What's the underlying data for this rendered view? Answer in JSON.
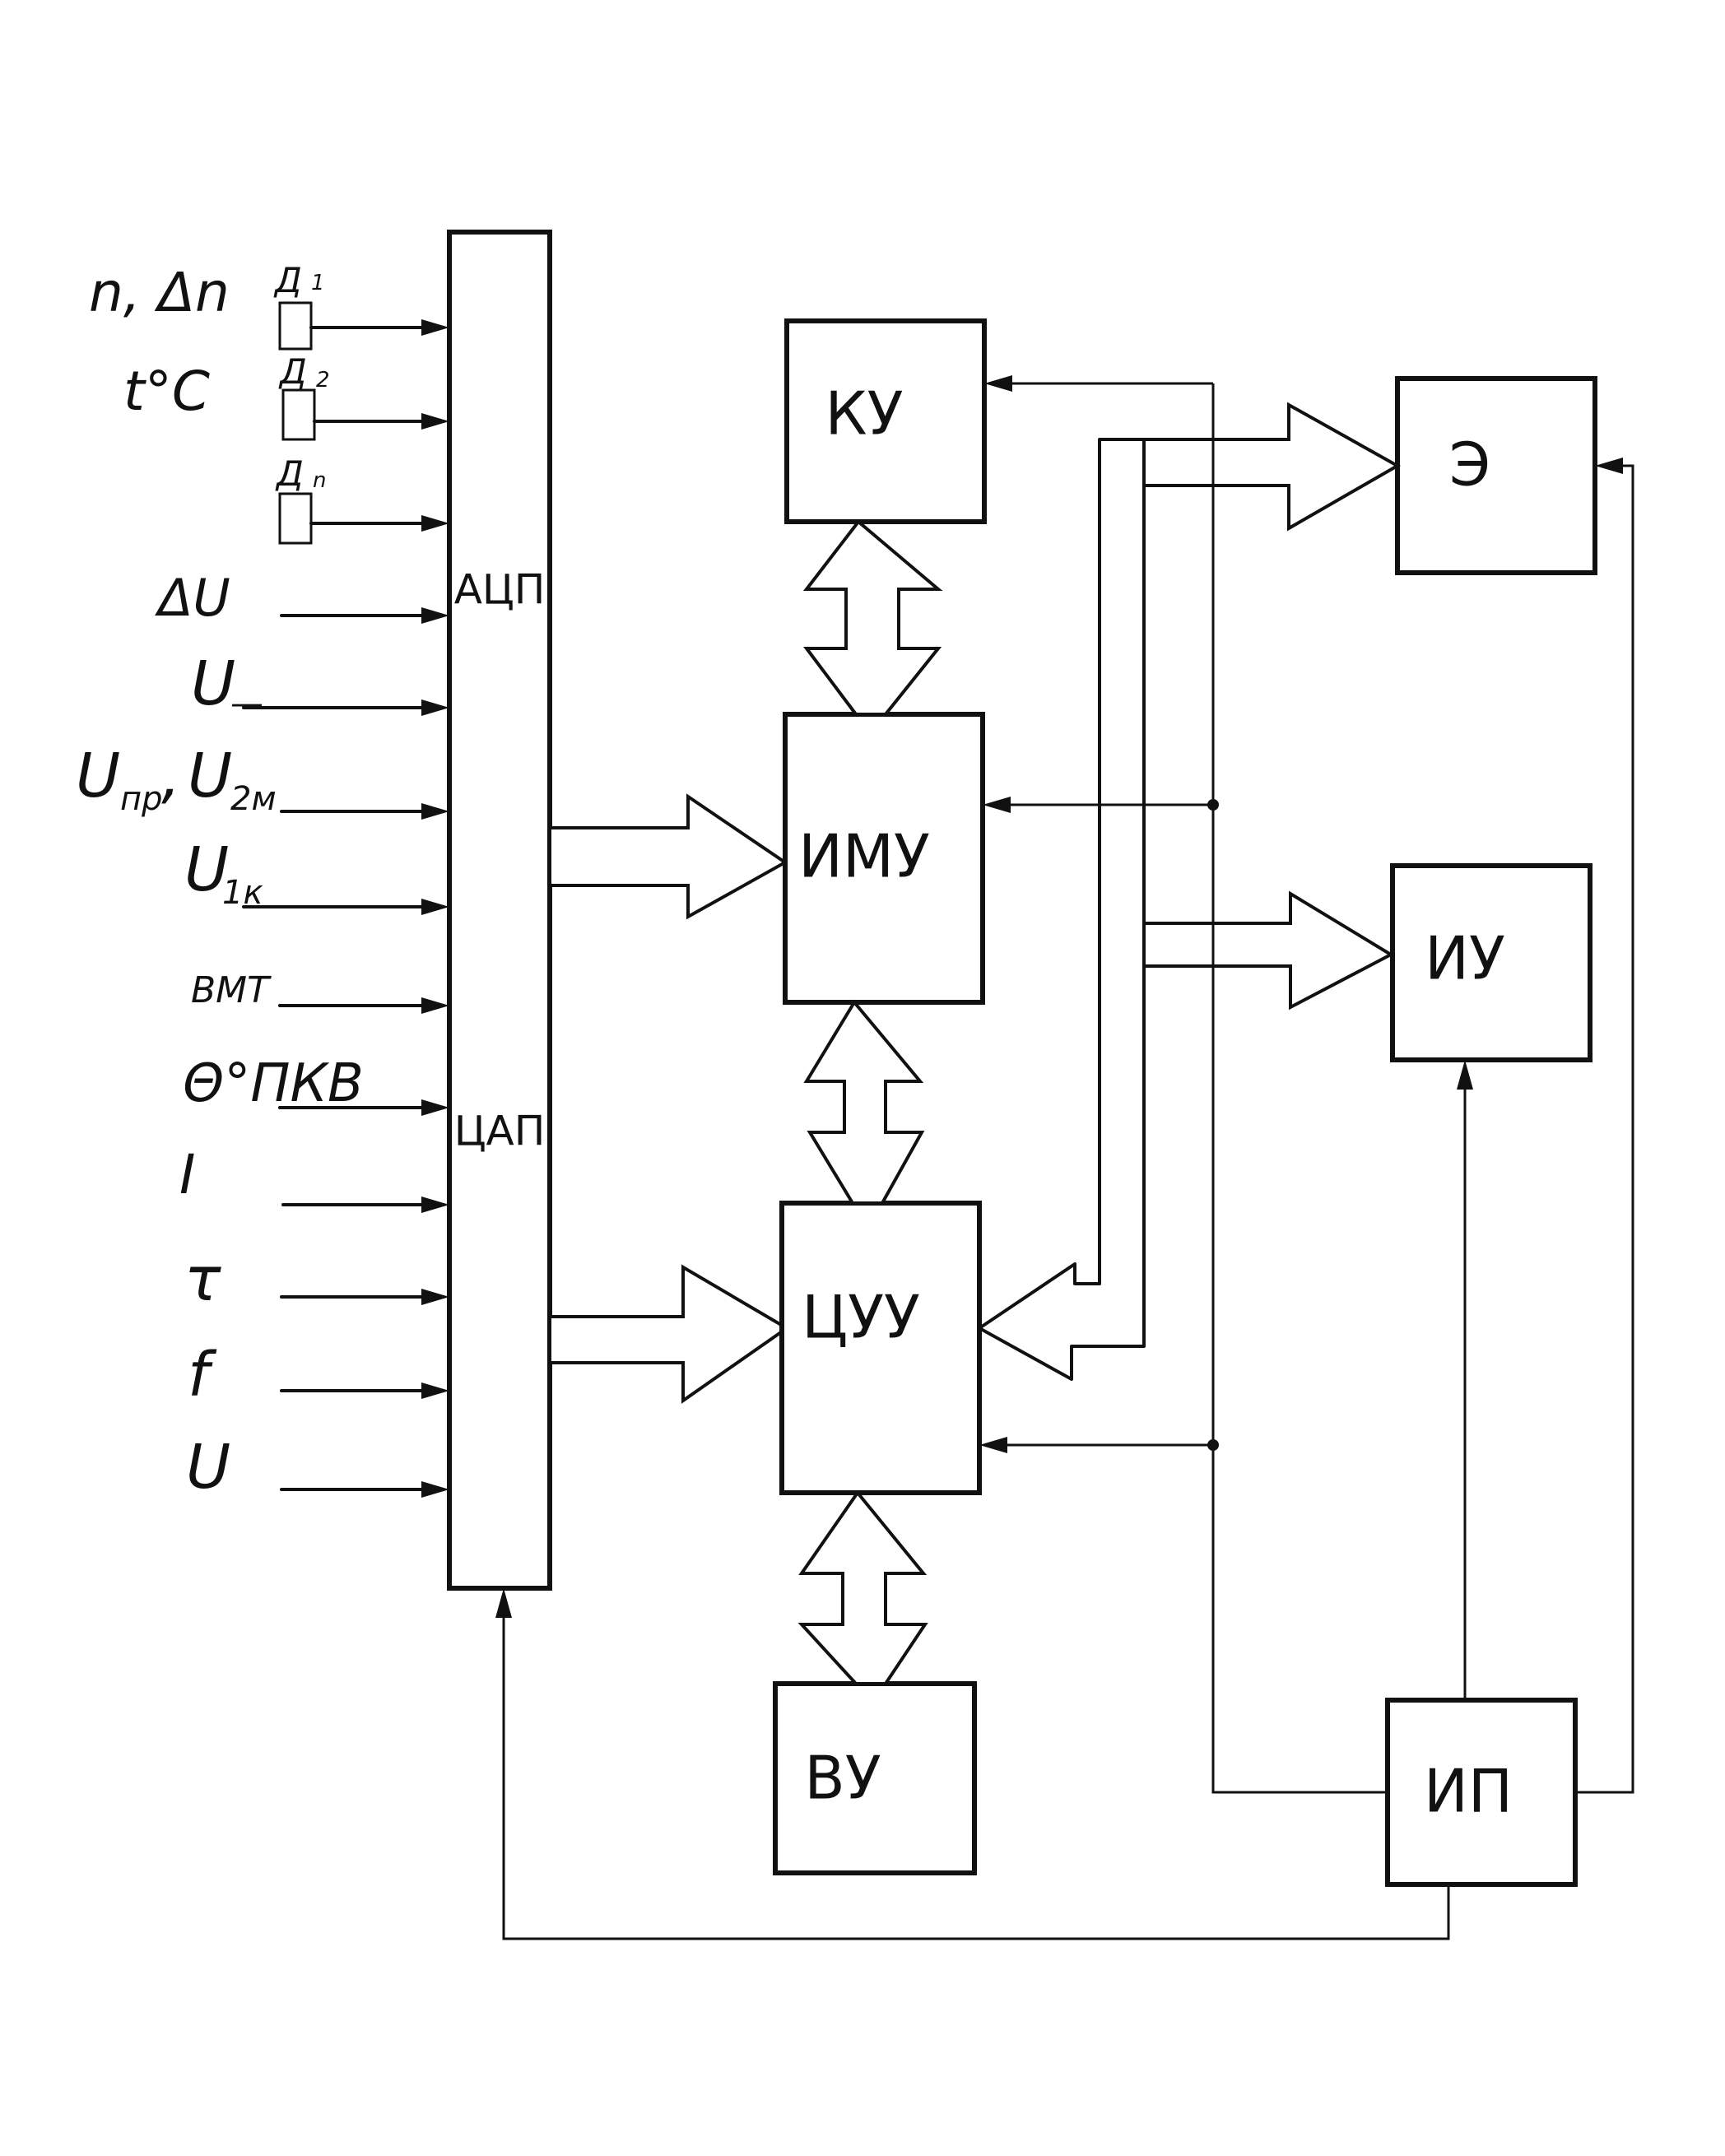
{
  "sensors": [
    {
      "id": "d1",
      "label": "Д",
      "sub": "1"
    },
    {
      "id": "d2",
      "label": "Д",
      "sub": "2"
    },
    {
      "id": "dn",
      "label": "Д",
      "sub": "n"
    }
  ],
  "inputs": [
    {
      "id": "n",
      "text": "n, Δn"
    },
    {
      "id": "t",
      "text": "t°C"
    },
    {
      "id": "du",
      "text": "ΔU"
    },
    {
      "id": "udc",
      "main": "U",
      "sub": "—"
    },
    {
      "id": "upr",
      "main": "U",
      "sub": "пр",
      "sep": ", ",
      "main2": "U",
      "sub2": "2м"
    },
    {
      "id": "u1k",
      "main": "U",
      "sub": "1к"
    },
    {
      "id": "vmt",
      "text": "ВМТ"
    },
    {
      "id": "theta",
      "text": "Θ°ПКВ"
    },
    {
      "id": "i",
      "text": "I"
    },
    {
      "id": "tau",
      "text": "τ"
    },
    {
      "id": "f",
      "text": "f"
    },
    {
      "id": "u",
      "text": "U"
    }
  ],
  "converter": {
    "adc": "АЦП",
    "dac": "ЦАП"
  },
  "blocks": {
    "ku": "КУ",
    "imu": "ИМУ",
    "cuu": "ЦУУ",
    "vu": "ВУ",
    "e": "Э",
    "iu": "ИУ",
    "ip": "ИП"
  }
}
